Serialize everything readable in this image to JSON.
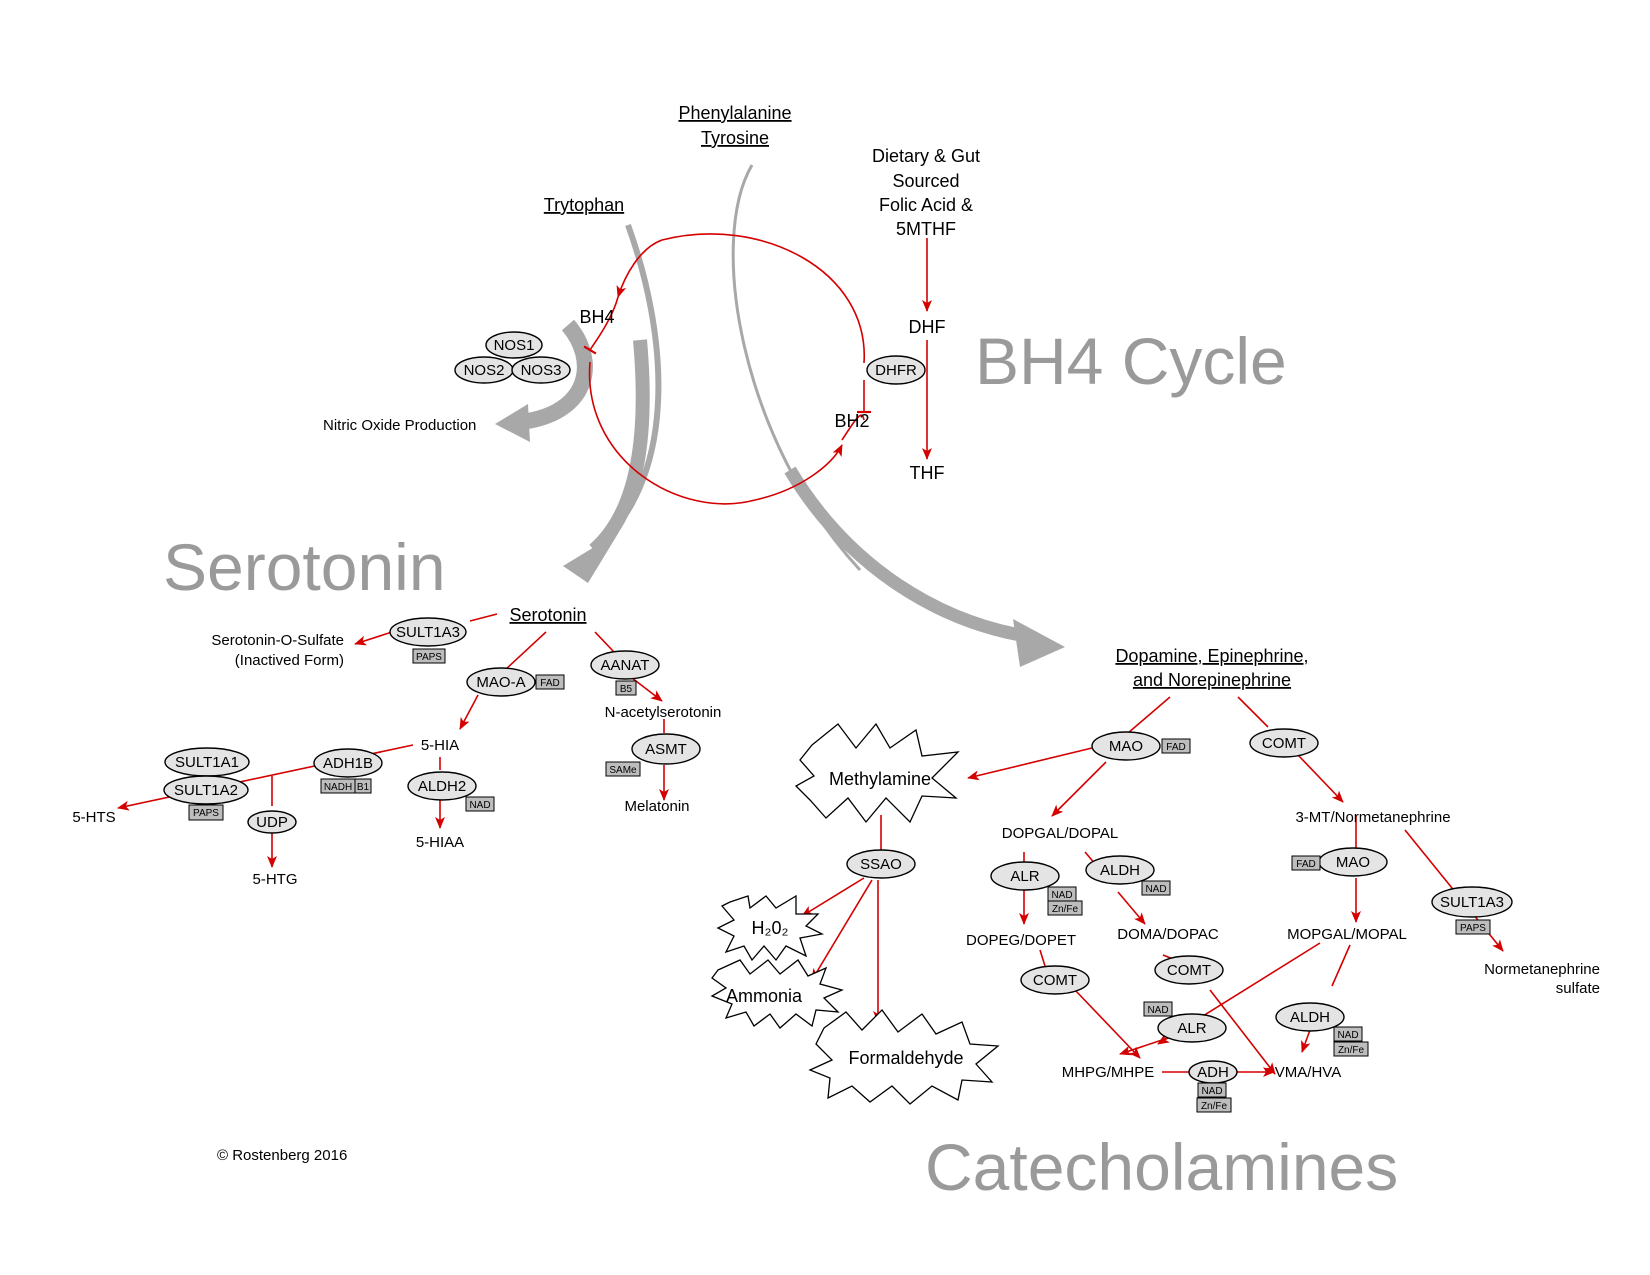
{
  "titles": {
    "bh4_cycle": "BH4 Cycle",
    "serotonin": "Serotonin",
    "catecholamines": "Catecholamines"
  },
  "copyright": "© Rostenberg 2016",
  "colors": {
    "reaction": "#d40000",
    "flow_arrow": "#a8a8a8",
    "section_title": "#9a9a9a",
    "enzyme_fill": "#e4e4e4",
    "cofactor_fill": "#bdbdbd"
  },
  "compounds": {
    "phenylalanine": "Phenylalanine",
    "tyrosine": "Tyrosine",
    "tryptophan": "Trytophan",
    "dietary1": "Dietary & Gut",
    "dietary2": "Sourced",
    "dietary3": "Folic Acid &",
    "dietary4": "5MTHF",
    "dhf": "DHF",
    "thf": "THF",
    "bh4": "BH4",
    "bh2": "BH2",
    "nitric_oxide": "Nitric Oxide Production",
    "serotonin": "Serotonin",
    "serotonin_sulfate1": "Serotonin-O-Sulfate",
    "serotonin_sulfate2": "(Inactived Form)",
    "hia": "5-HIA",
    "hiaa": "5-HIAA",
    "hts": "5-HTS",
    "htg": "5-HTG",
    "n_acetylserotonin": "N-acetylserotonin",
    "melatonin": "Melatonin",
    "catechol1": "Dopamine, Epinephrine,",
    "catechol2": "and Norepinephrine",
    "dopgal": "DOPGAL/DOPAL",
    "dopeg": "DOPEG/DOPET",
    "doma": "DOMA/DOPAC",
    "mhpg": "MHPG/MHPE",
    "vma": "VMA/HVA",
    "mt3": "3-MT/Normetanephrine",
    "mopgal": "MOPGAL/MOPAL",
    "normet_sulfate1": "Normetanephrine",
    "normet_sulfate2": "sulfate"
  },
  "byproducts": {
    "methylamine": "Methylamine",
    "h2o2": "H₂0₂",
    "ammonia": "Ammonia",
    "formaldehyde": "Formaldehyde"
  },
  "enzymes": {
    "nos1": "NOS1",
    "nos2": "NOS2",
    "nos3": "NOS3",
    "dhfr": "DHFR",
    "sult1a3_a": "SULT1A3",
    "mao_a": "MAO-A",
    "aanat": "AANAT",
    "asmt": "ASMT",
    "adh1b": "ADH1B",
    "aldh2": "ALDH2",
    "sult1a1": "SULT1A1",
    "sult1a2": "SULT1A2",
    "udp": "UDP",
    "mao_b": "MAO",
    "comt_a": "COMT",
    "ssao": "SSAO",
    "alr_a": "ALR",
    "aldh_a": "ALDH",
    "comt_b": "COMT",
    "comt_c": "COMT",
    "alr_b": "ALR",
    "adh": "ADH",
    "mao_c": "MAO",
    "aldh_b": "ALDH",
    "sult1a3_b": "SULT1A3"
  },
  "cofactors": {
    "paps_a": "PAPS",
    "fad_a": "FAD",
    "b5": "B5",
    "same": "SAMe",
    "nadh": "NADH",
    "b1": "B1",
    "nad_a": "NAD",
    "paps_b": "PAPS",
    "fad_b": "FAD",
    "nad_b": "NAD",
    "znfe_a": "Zn/Fe",
    "nad_c": "NAD",
    "nad_d": "NAD",
    "nad_e": "NAD",
    "znfe_b": "Zn/Fe",
    "fad_c": "FAD",
    "nad_f": "NAD",
    "znfe_c": "Zn/Fe",
    "paps_c": "PAPS"
  }
}
